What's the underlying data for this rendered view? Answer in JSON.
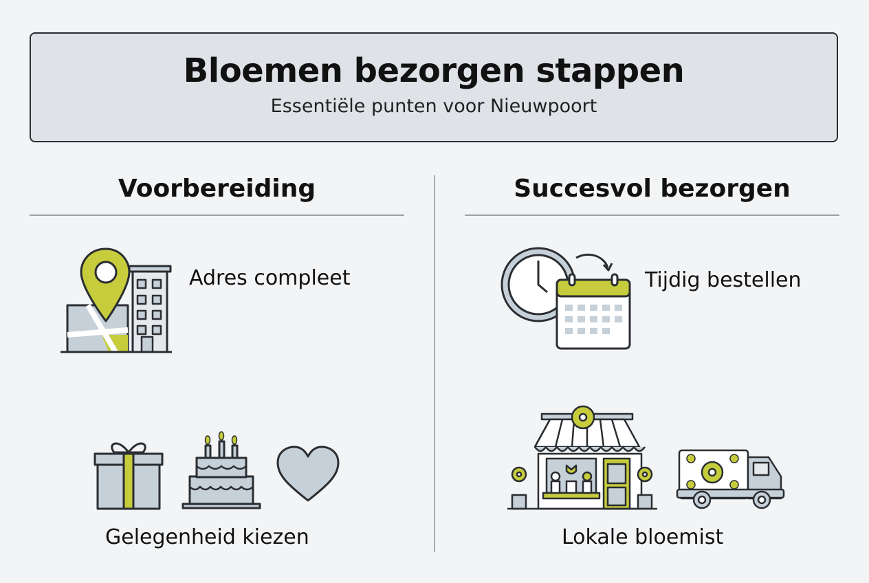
{
  "header": {
    "title": "Bloemen bezorgen stappen",
    "subtitle": "Essentiële punten voor Nieuwpoort"
  },
  "columns": [
    {
      "heading": "Voorbereiding",
      "items": [
        {
          "label": "Adres compleet",
          "icon": "map-pin-building-icon"
        },
        {
          "label": "Gelegenheid kiezen",
          "icon": "gift-cake-heart-icon"
        }
      ]
    },
    {
      "heading": "Succesvol bezorgen",
      "items": [
        {
          "label": "Tijdig bestellen",
          "icon": "clock-calendar-icon"
        },
        {
          "label": "Lokale bloemist",
          "icon": "flower-shop-truck-icon"
        }
      ]
    }
  ],
  "colors": {
    "accent": "#c6cc3c",
    "fill": "#c6d0d8",
    "outline": "#2a2d31",
    "background": "#f3f4f6"
  }
}
